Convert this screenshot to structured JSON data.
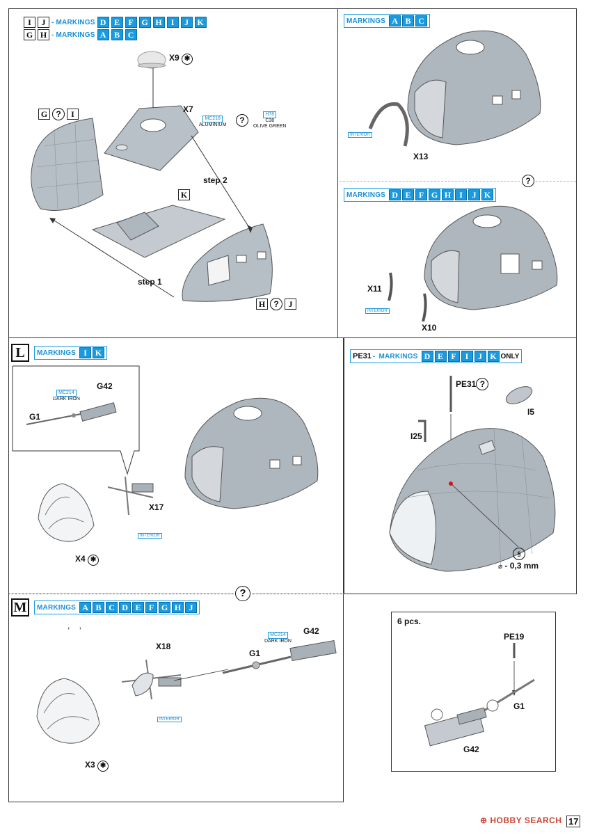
{
  "page_number": "17",
  "watermark": "HOBBY SEARCH",
  "p1": {
    "line1_letters": [
      "I",
      "J"
    ],
    "line1_markings": [
      "D",
      "E",
      "F",
      "G",
      "H",
      "I",
      "J",
      "K"
    ],
    "line2_letters": [
      "G",
      "H"
    ],
    "line2_markings": [
      "A",
      "B",
      "C"
    ],
    "markings_label": "MARKINGS",
    "sep": "-",
    "part_x9": "X9",
    "part_x7": "X7",
    "x7_paint_code": "MC218",
    "x7_paint_name": "ALUMINIUM",
    "x7_paint2_code": "H78",
    "x7_paint2_c": "C38",
    "x7_paint2_name": "OLIVE GREEN",
    "option_left": [
      "G",
      "?",
      "I"
    ],
    "option_right": [
      "H",
      "?",
      "J"
    ],
    "option_k": "K",
    "step1": "step 1",
    "step2": "step 2"
  },
  "p2": {
    "markings_label": "MARKINGS",
    "markings": [
      "A",
      "B",
      "C"
    ],
    "interior": "INTERIOR",
    "part_x13": "X13"
  },
  "p3": {
    "markings_label": "MARKINGS",
    "markings": [
      "D",
      "E",
      "F",
      "G",
      "H",
      "I",
      "J",
      "K"
    ],
    "interior": "INTERIOR",
    "part_x11": "X11",
    "part_x10": "X10"
  },
  "p4": {
    "letter": "L",
    "markings_label": "MARKINGS",
    "markings": [
      "I",
      "K"
    ],
    "part_g42": "G42",
    "part_g1": "G1",
    "paint_code": "MC214",
    "paint_name": "DARK IRON",
    "part_x17": "X17",
    "part_x4": "X4",
    "interior": "INTERIOR"
  },
  "p5": {
    "prefix": "PE31",
    "sep": "-",
    "markings_label": "MARKINGS",
    "markings": [
      "D",
      "E",
      "F",
      "I",
      "J",
      "K"
    ],
    "suffix": "ONLY",
    "part_pe31": "PE31",
    "part_i5": "I5",
    "part_i25": "I25",
    "drill": "- 0,3 mm",
    "diameter": "⌀"
  },
  "p6": {
    "letter": "M",
    "markings_label": "MARKINGS",
    "markings": [
      "A",
      "B",
      "C",
      "D",
      "E",
      "F",
      "G",
      "H",
      "J"
    ],
    "commas": ",    ,",
    "part_x18": "X18",
    "part_g1": "G1",
    "part_g42": "G42",
    "paint_code": "MC214",
    "paint_name": "DARK IRON",
    "interior": "INTERIOR",
    "part_x3": "X3"
  },
  "p7": {
    "count": "6 pcs.",
    "part_pe19": "PE19",
    "part_g1": "G1",
    "part_g42": "G42"
  }
}
